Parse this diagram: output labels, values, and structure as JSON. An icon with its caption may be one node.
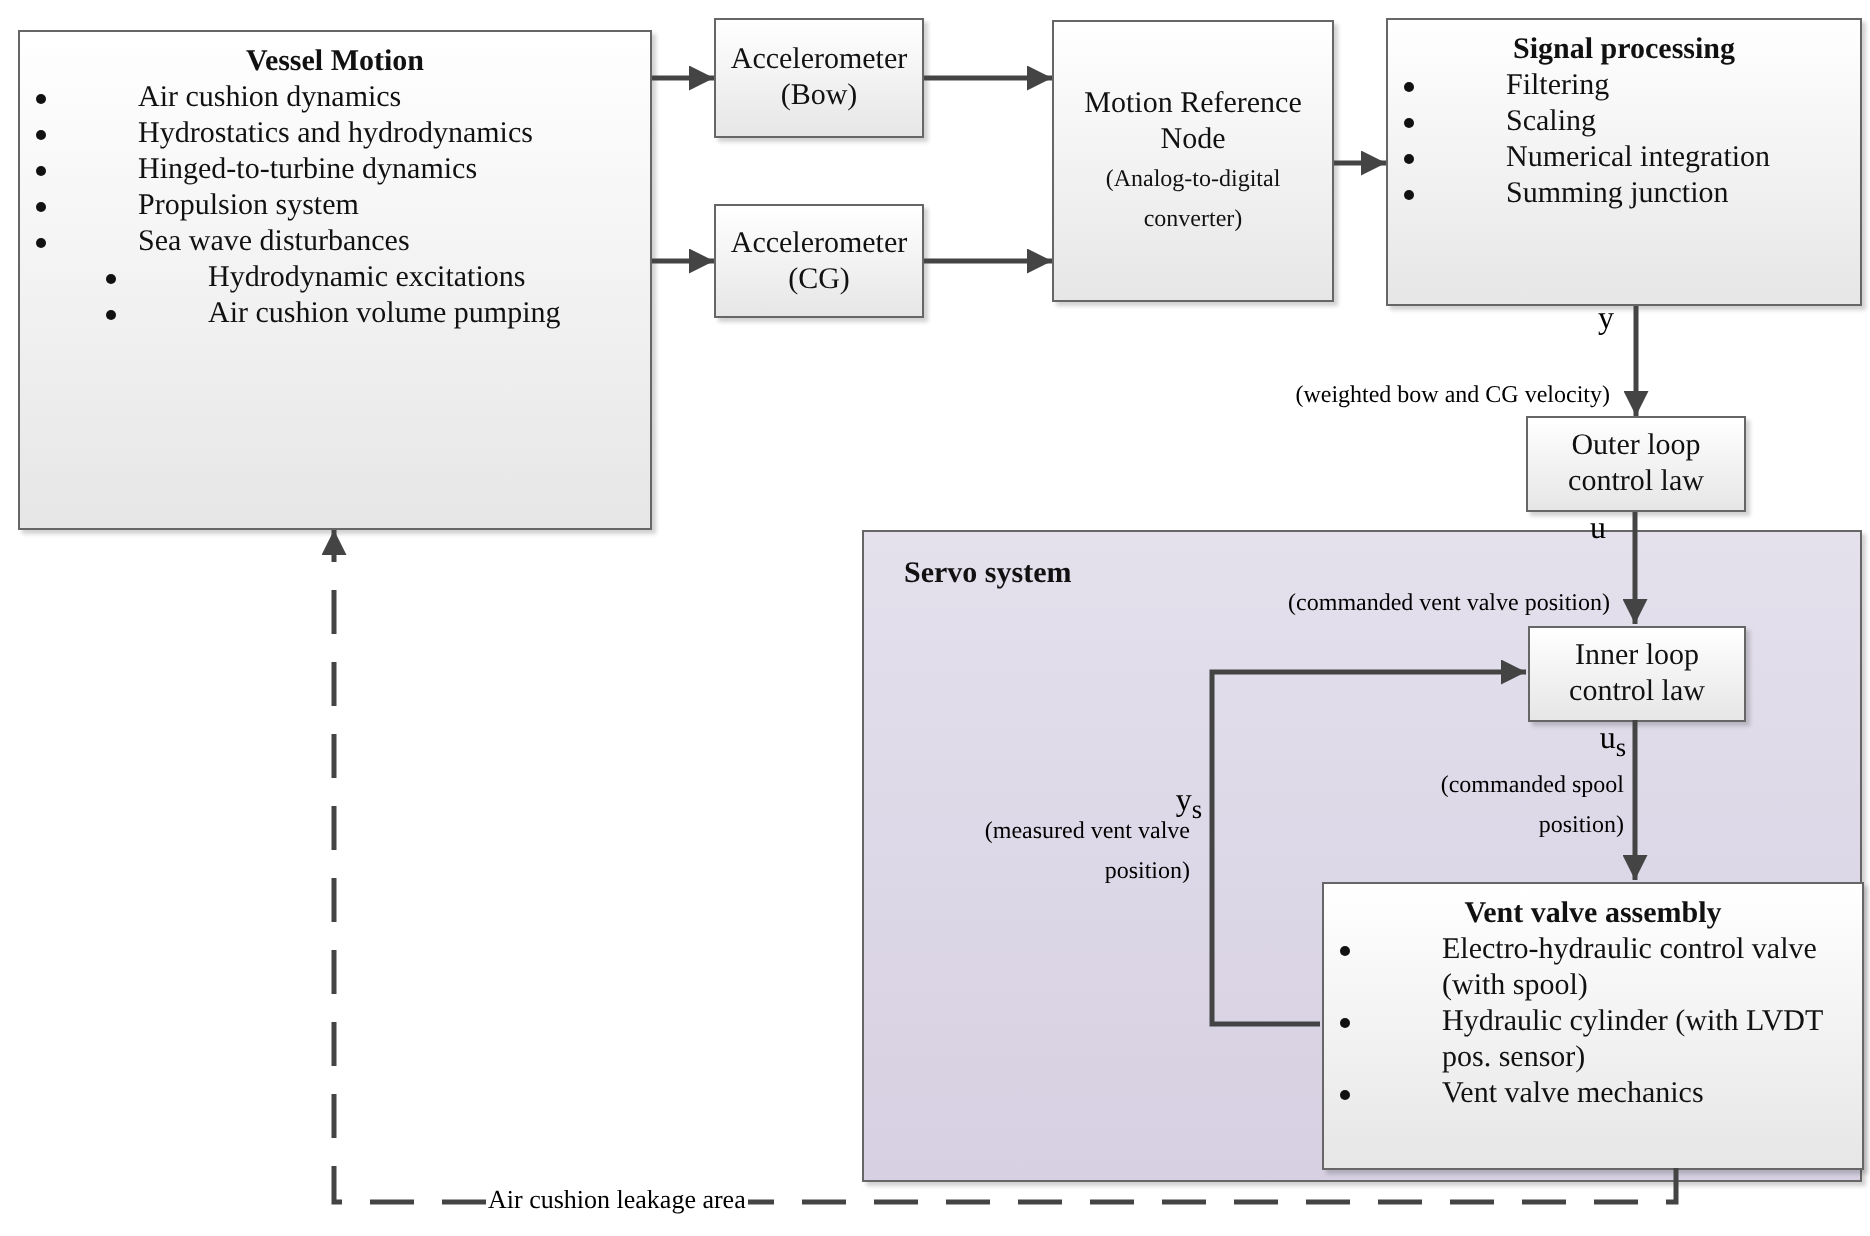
{
  "diagram": {
    "nodes": [
      {
        "text": [
          "Vessel Motion",
          "Air cushion dynamics",
          "Hydrostatics and hydrodynamics",
          "Hinged-to-turbine dynamics",
          "Propulsion system",
          "Sea wave disturbances",
          "Hydrodynamic excitations",
          "Air cushion volume pumping"
        ]
      },
      {
        "text": [
          "Accelerometer (Bow)"
        ]
      },
      {
        "text": [
          "Accelerometer (CG)"
        ]
      },
      {
        "text": [
          "Motion Reference Node",
          "(Analog-to-digital converter)"
        ]
      },
      {
        "text": [
          "Signal processing",
          "Filtering",
          "Scaling",
          "Numerical integration",
          "Summing junction"
        ]
      },
      {
        "text": [
          "Outer loop control law"
        ]
      },
      {
        "text": [
          "Servo system"
        ]
      },
      {
        "text": [
          "Inner loop control law"
        ],
        "in": 6
      },
      {
        "text": [
          "Vent valve assembly",
          "Electro-hydraulic control valve (with spool)",
          "Hydraulic cylinder (with LVDT pos. sensor)",
          "Vent valve mechanics"
        ],
        "in": 6
      }
    ],
    "edges": [
      {
        "from": 0,
        "to": 1,
        "arrow": "to"
      },
      {
        "from": 0,
        "to": 2,
        "arrow": "to"
      },
      {
        "from": 1,
        "to": 3,
        "arrow": "to"
      },
      {
        "from": 2,
        "to": 3,
        "arrow": "to"
      },
      {
        "from": 3,
        "to": 4,
        "arrow": "to"
      },
      {
        "from": 4,
        "to": 5,
        "arrow": "to",
        "label": "y"
      },
      {
        "from": 5,
        "to": 7,
        "arrow": "to",
        "label": "u"
      },
      {
        "from": 7,
        "to": 8,
        "arrow": "to",
        "label": "u$_{s}$"
      },
      {
        "from": 8,
        "to": 7,
        "arrow": "to",
        "label": "y$_{s}$"
      },
      {
        "from": 8,
        "to": 0,
        "arrow": "to",
        "label": "Air cushion leakage area",
        "style": "dashed"
      }
    ],
    "labels": [
      "(weighted bow and CG velocity)",
      "(commanded vent valve position)",
      "(commanded spool position)",
      "(measured vent valve position)"
    ]
  }
}
